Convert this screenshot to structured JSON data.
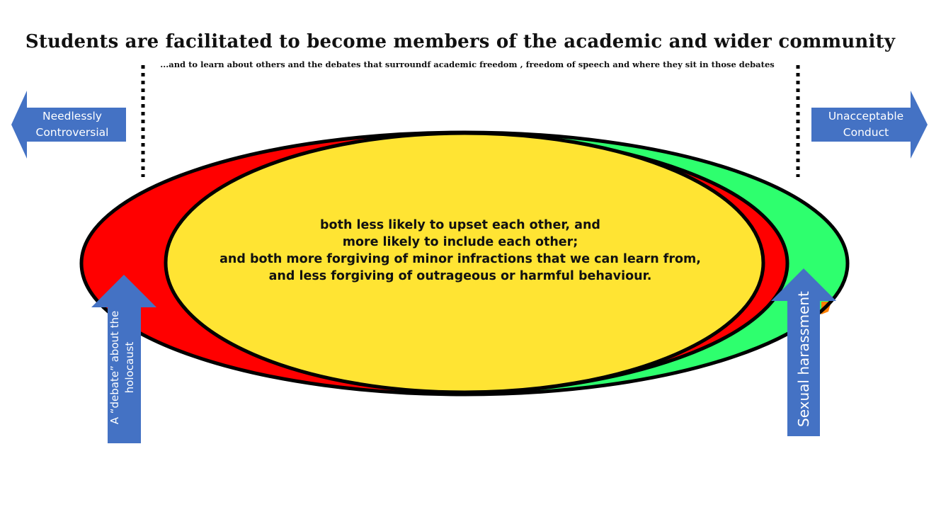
{
  "title": "Students are facilitated to become members of the academic and wider community",
  "subtitle": "...and to learn about others and the debates that surroundf academic freedom , freedom of speech and where they sit in those debates",
  "center_lines": [
    "both less likely to upset each other, and",
    "more likely to include each other;",
    "and both more forgiving of minor infractions that we can learn from,",
    "and less forgiving of outrageous or harmful behaviour."
  ],
  "left_arrow": {
    "line1": "Needlessly",
    "line2": "Controversial"
  },
  "right_arrow": {
    "line1": "Unacceptable",
    "line2": "Conduct"
  },
  "left_up_arrow": {
    "line1": "A “debate” about the",
    "line2": "holocaust"
  },
  "right_up_arrow": {
    "label": "Sexual harassment"
  },
  "colors": {
    "red": "#ff0000",
    "green": "#2eff6e",
    "yellow": "#ffe433",
    "arrow": "#4472c4",
    "orange": "#ff7f00",
    "outline": "#000000"
  }
}
